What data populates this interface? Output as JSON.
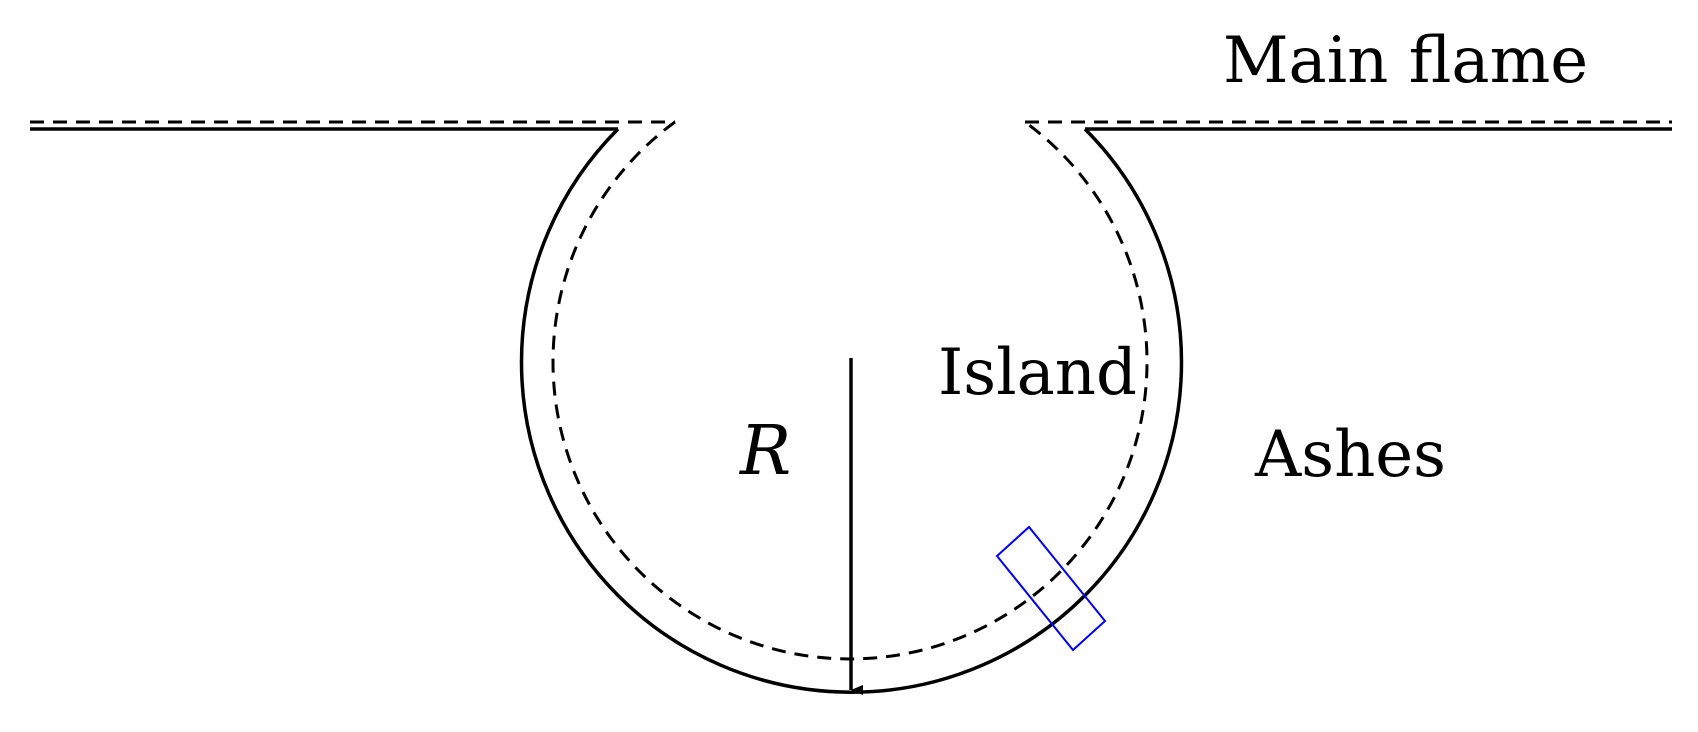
{
  "labels": {
    "main_flame": "Main flame",
    "island": "Island",
    "ashes": "Ashes",
    "radius": "R"
  },
  "colors": {
    "stroke": "#000000",
    "highlight_box": "#0000ff",
    "background": "#ffffff"
  }
}
